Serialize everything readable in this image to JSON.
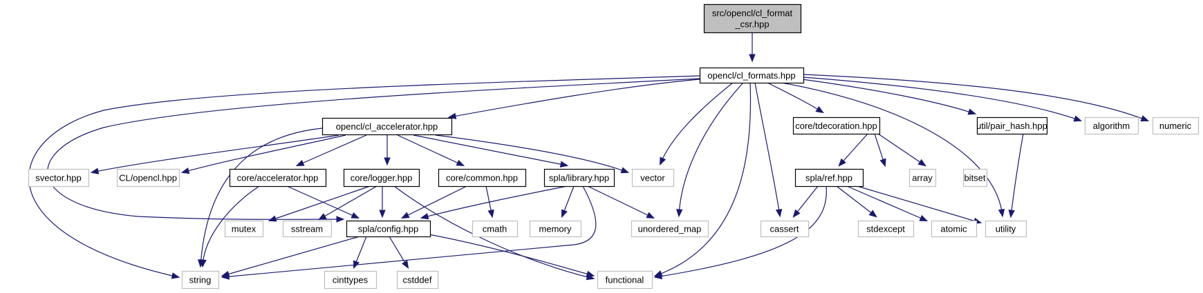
{
  "graph": {
    "type": "include-dependency-graph",
    "edge_color": "#191970",
    "root_fill": "#bfbfbf",
    "nodes": [
      {
        "id": "root",
        "label": [
          "src/opencl/cl_format",
          "_csr.hpp"
        ],
        "kind": "root"
      },
      {
        "id": "cl_formats",
        "label": [
          "opencl/cl_formats.hpp"
        ],
        "kind": "local"
      },
      {
        "id": "cl_accelerator",
        "label": [
          "opencl/cl_accelerator.hpp"
        ],
        "kind": "local"
      },
      {
        "id": "tdecoration",
        "label": [
          "core/tdecoration.hpp"
        ],
        "kind": "local"
      },
      {
        "id": "pair_hash",
        "label": [
          "util/pair_hash.hpp"
        ],
        "kind": "local"
      },
      {
        "id": "algorithm",
        "label": [
          "algorithm"
        ],
        "kind": "sys"
      },
      {
        "id": "numeric",
        "label": [
          "numeric"
        ],
        "kind": "sys"
      },
      {
        "id": "svector",
        "label": [
          "svector.hpp"
        ],
        "kind": "sys"
      },
      {
        "id": "clopencl",
        "label": [
          "CL/opencl.hpp"
        ],
        "kind": "sys"
      },
      {
        "id": "accelerator",
        "label": [
          "core/accelerator.hpp"
        ],
        "kind": "local"
      },
      {
        "id": "logger",
        "label": [
          "core/logger.hpp"
        ],
        "kind": "local"
      },
      {
        "id": "common",
        "label": [
          "core/common.hpp"
        ],
        "kind": "local"
      },
      {
        "id": "library",
        "label": [
          "spla/library.hpp"
        ],
        "kind": "local"
      },
      {
        "id": "vector",
        "label": [
          "vector"
        ],
        "kind": "sys"
      },
      {
        "id": "ref",
        "label": [
          "spla/ref.hpp"
        ],
        "kind": "local"
      },
      {
        "id": "array",
        "label": [
          "array"
        ],
        "kind": "sys"
      },
      {
        "id": "bitset",
        "label": [
          "bitset"
        ],
        "kind": "sys"
      },
      {
        "id": "mutex",
        "label": [
          "mutex"
        ],
        "kind": "sys"
      },
      {
        "id": "sstream",
        "label": [
          "sstream"
        ],
        "kind": "sys"
      },
      {
        "id": "config",
        "label": [
          "spla/config.hpp"
        ],
        "kind": "local"
      },
      {
        "id": "cmath",
        "label": [
          "cmath"
        ],
        "kind": "sys"
      },
      {
        "id": "memory",
        "label": [
          "memory"
        ],
        "kind": "sys"
      },
      {
        "id": "unordered_map",
        "label": [
          "unordered_map"
        ],
        "kind": "sys"
      },
      {
        "id": "cassert",
        "label": [
          "cassert"
        ],
        "kind": "sys"
      },
      {
        "id": "stdexcept",
        "label": [
          "stdexcept"
        ],
        "kind": "sys"
      },
      {
        "id": "atomic",
        "label": [
          "atomic"
        ],
        "kind": "sys"
      },
      {
        "id": "utility",
        "label": [
          "utility"
        ],
        "kind": "sys"
      },
      {
        "id": "string",
        "label": [
          "string"
        ],
        "kind": "sys"
      },
      {
        "id": "cinttypes",
        "label": [
          "cinttypes"
        ],
        "kind": "sys"
      },
      {
        "id": "cstddef",
        "label": [
          "cstddef"
        ],
        "kind": "sys"
      },
      {
        "id": "functional",
        "label": [
          "functional"
        ],
        "kind": "sys"
      }
    ],
    "edges": [
      [
        "root",
        "cl_formats"
      ],
      [
        "cl_formats",
        "cl_accelerator"
      ],
      [
        "cl_formats",
        "tdecoration"
      ],
      [
        "cl_formats",
        "pair_hash"
      ],
      [
        "cl_formats",
        "algorithm"
      ],
      [
        "cl_formats",
        "numeric"
      ],
      [
        "cl_formats",
        "vector"
      ],
      [
        "cl_formats",
        "unordered_map"
      ],
      [
        "cl_formats",
        "cassert"
      ],
      [
        "cl_formats",
        "functional"
      ],
      [
        "cl_formats",
        "utility"
      ],
      [
        "cl_formats",
        "string"
      ],
      [
        "cl_formats",
        "config"
      ],
      [
        "cl_accelerator",
        "svector"
      ],
      [
        "cl_accelerator",
        "clopencl"
      ],
      [
        "cl_accelerator",
        "accelerator"
      ],
      [
        "cl_accelerator",
        "logger"
      ],
      [
        "cl_accelerator",
        "common"
      ],
      [
        "cl_accelerator",
        "library"
      ],
      [
        "cl_accelerator",
        "vector"
      ],
      [
        "cl_accelerator",
        "string"
      ],
      [
        "accelerator",
        "config"
      ],
      [
        "accelerator",
        "string"
      ],
      [
        "logger",
        "mutex"
      ],
      [
        "logger",
        "sstream"
      ],
      [
        "logger",
        "config"
      ],
      [
        "logger",
        "functional"
      ],
      [
        "common",
        "config"
      ],
      [
        "common",
        "cmath"
      ],
      [
        "library",
        "config"
      ],
      [
        "library",
        "memory"
      ],
      [
        "library",
        "unordered_map"
      ],
      [
        "library",
        "string"
      ],
      [
        "config",
        "string"
      ],
      [
        "config",
        "cinttypes"
      ],
      [
        "config",
        "cstddef"
      ],
      [
        "config",
        "functional"
      ],
      [
        "tdecoration",
        "ref"
      ],
      [
        "tdecoration",
        "array"
      ],
      [
        "tdecoration",
        "bitset"
      ],
      [
        "ref",
        "cassert"
      ],
      [
        "ref",
        "stdexcept"
      ],
      [
        "ref",
        "atomic"
      ],
      [
        "ref",
        "utility"
      ],
      [
        "ref",
        "functional"
      ],
      [
        "pair_hash",
        "utility"
      ]
    ]
  }
}
